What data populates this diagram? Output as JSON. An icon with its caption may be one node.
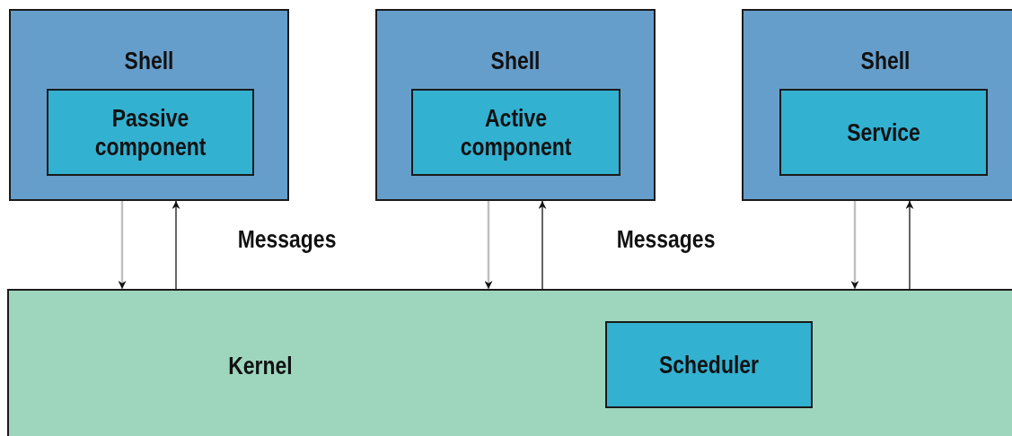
{
  "diagram": {
    "nodes": [
      {
        "text": [
          "Shell"
        ]
      },
      {
        "text": [
          "Passive component"
        ],
        "in": 0
      },
      {
        "text": [
          "Shell"
        ]
      },
      {
        "text": [
          "Active component"
        ],
        "in": 2
      },
      {
        "text": [
          "Shell"
        ]
      },
      {
        "text": [
          "Service"
        ],
        "in": 4
      },
      {
        "text": [
          "Kernel"
        ]
      },
      {
        "text": [
          "Scheduler"
        ],
        "in": 6
      }
    ],
    "edges": [
      {
        "from": 0,
        "to": 6,
        "arrow": "to",
        "color": "#c0c0c0"
      },
      {
        "from": 6,
        "to": 0,
        "arrow": "to",
        "color": "#333333"
      },
      {
        "from": 2,
        "to": 6,
        "arrow": "to",
        "color": "#c0c0c0"
      },
      {
        "from": 6,
        "to": 2,
        "arrow": "to",
        "color": "#333333"
      },
      {
        "from": 4,
        "to": 6,
        "arrow": "to",
        "color": "#c0c0c0"
      },
      {
        "from": 6,
        "to": 4,
        "arrow": "to",
        "color": "#333333"
      }
    ],
    "labels": [
      "Messages",
      "Messages"
    ]
  }
}
